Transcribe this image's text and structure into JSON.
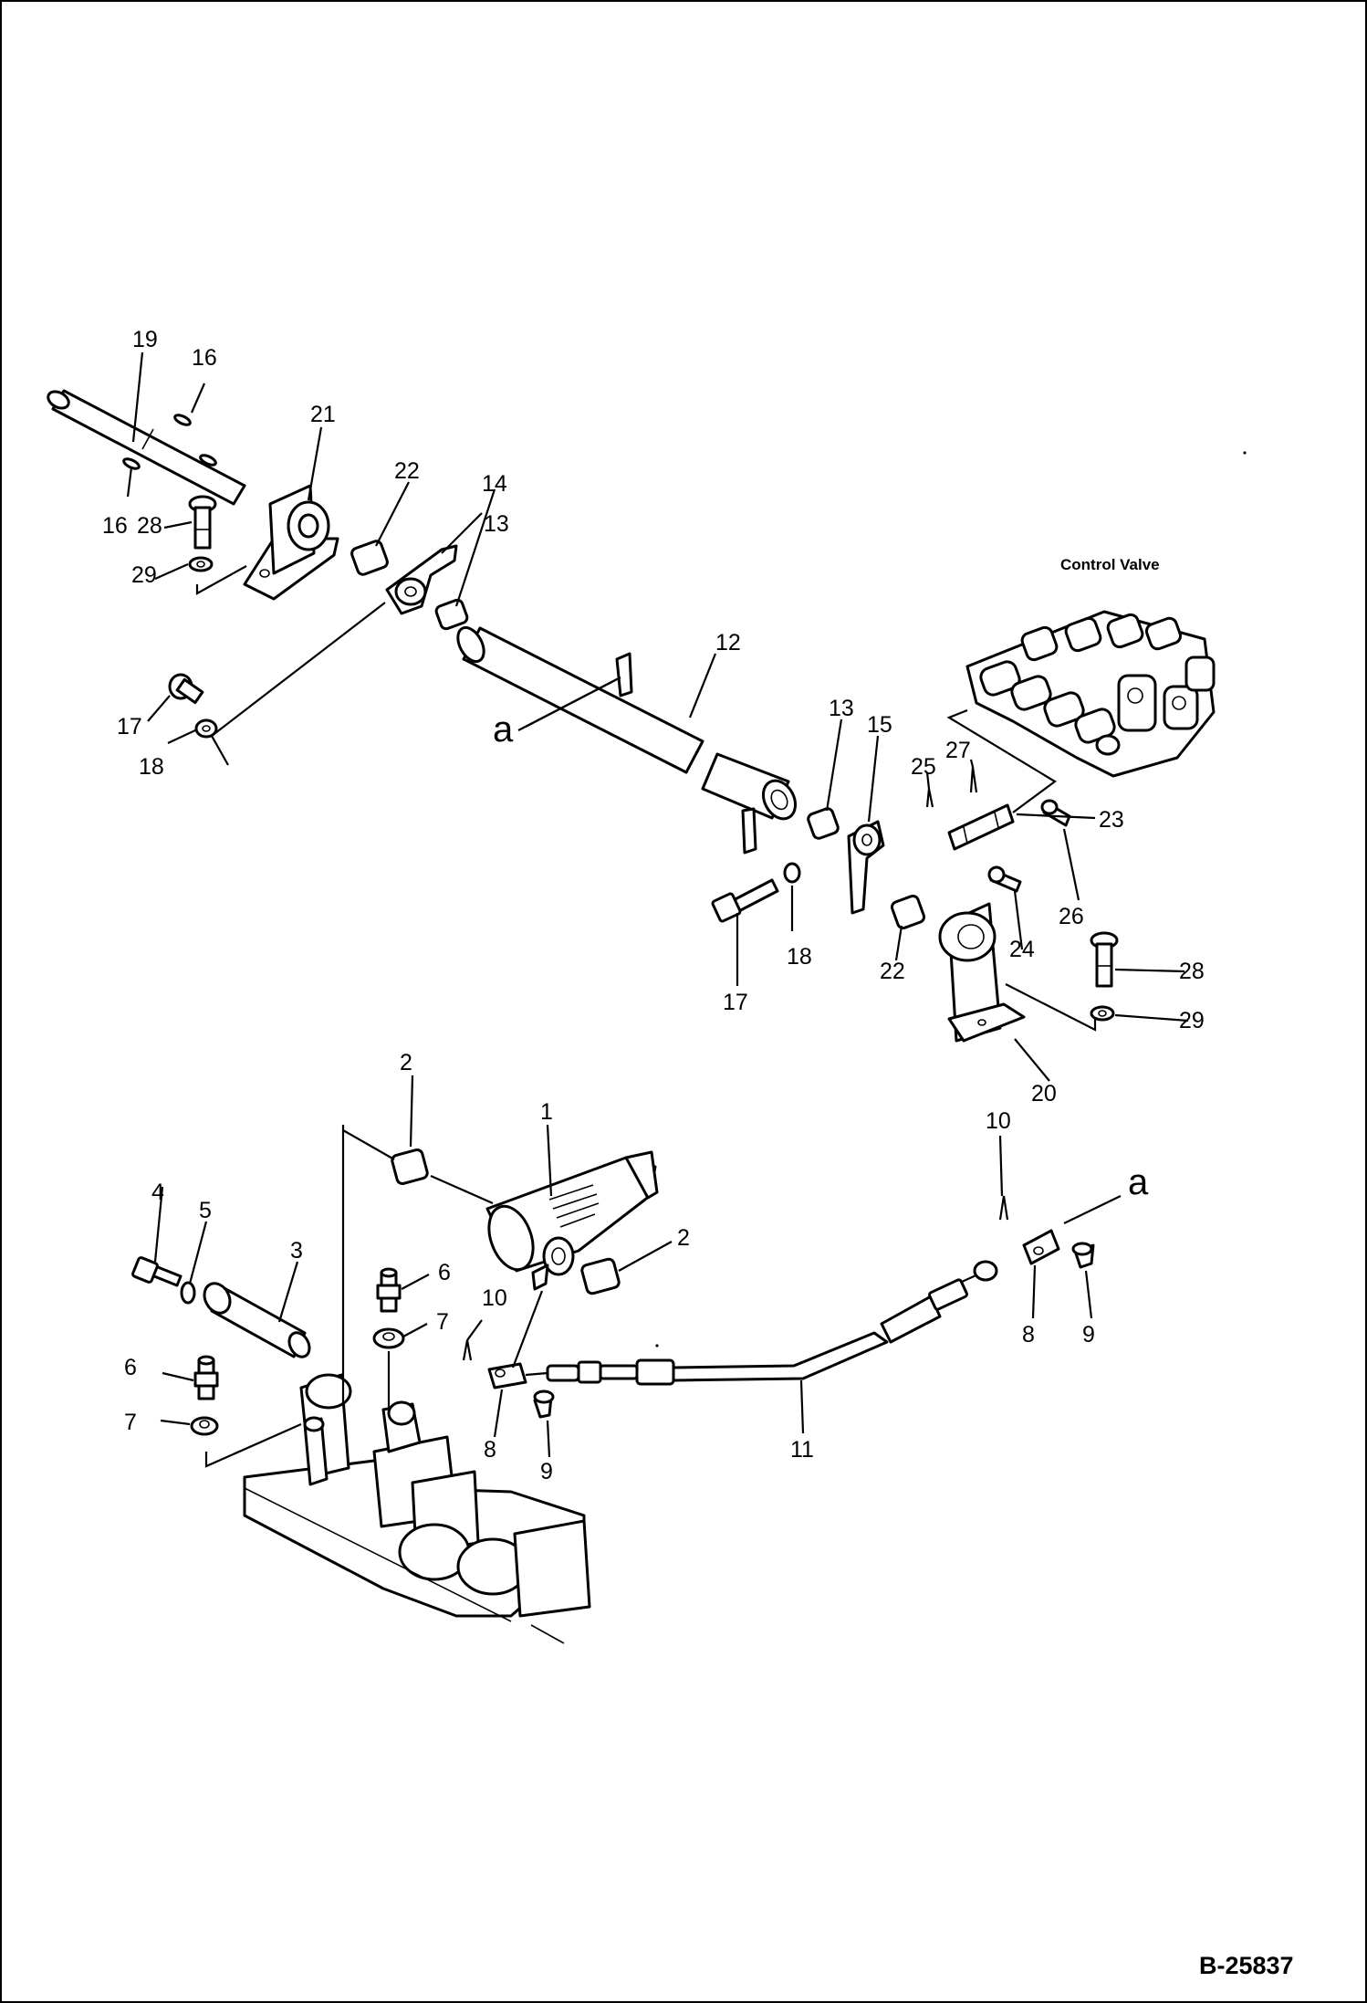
{
  "diagram": {
    "control_valve_label": "Control Valve",
    "drawing_number": "B-25837",
    "reference_mark": "a",
    "callouts": {
      "n1": "1",
      "n2": "2",
      "n3": "3",
      "n4": "4",
      "n5": "5",
      "n6": "6",
      "n7": "7",
      "n8": "8",
      "n9": "9",
      "n10": "10",
      "n11": "11",
      "n12": "12",
      "n13": "13",
      "n14": "14",
      "n15": "15",
      "n16": "16",
      "n17": "17",
      "n18": "18",
      "n19": "19",
      "n20": "20",
      "n21": "21",
      "n22": "22",
      "n23": "23",
      "n24": "24",
      "n25": "25",
      "n26": "26",
      "n27": "27",
      "n28": "28",
      "n29": "29"
    }
  }
}
